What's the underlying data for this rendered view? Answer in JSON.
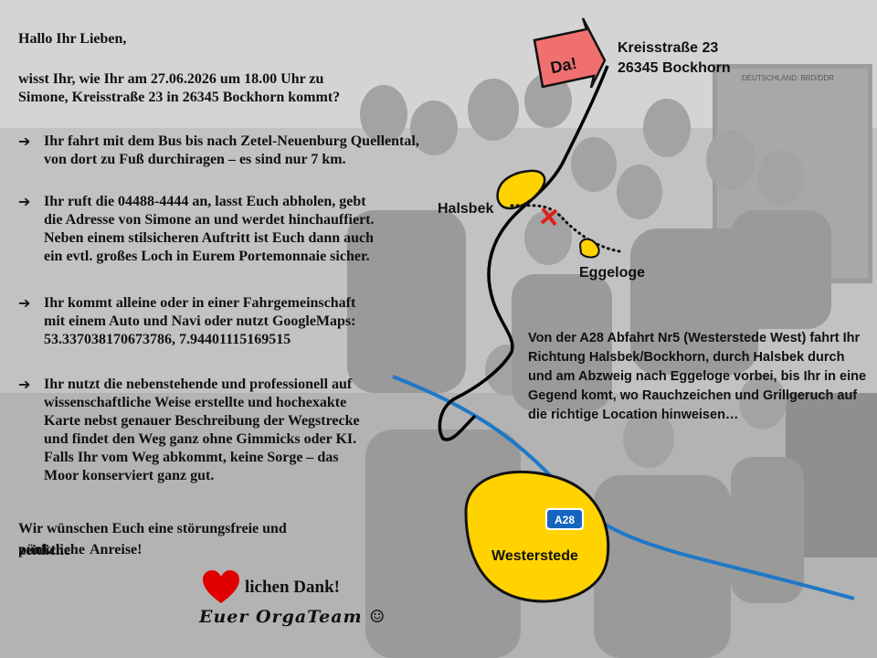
{
  "letter": {
    "greeting": "Hallo Ihr Lieben,",
    "intro_line1": "wisst Ihr, wie Ihr am 27.06.2026 um 18.00 Uhr zu",
    "intro_line2": "Simone, Kreisstraße 23 in 26345 Bockhorn kommt?",
    "bullets": [
      {
        "lines": [
          "Ihr fahrt mit dem Bus bis nach Zetel-Neuenburg Quellental,",
          "von dort zu Fuß durchiragen – es sind nur 7 km."
        ]
      },
      {
        "lines": [
          "Ihr ruft die 04488-4444 an, lasst Euch abholen, gebt",
          "die Adresse von Simone an und werdet hinchauffiert.",
          "Neben einem stilsicheren Auftritt ist Euch dann auch",
          "ein evtl. großes Loch in Eurem Portemonnaie sicher."
        ]
      },
      {
        "lines": [
          "Ihr kommt alleine oder in einer Fahrgemeinschaft",
          "mit einem Auto und Navi oder nutzt GoogleMaps:",
          "53.337038170673786,  7.94401115169515"
        ]
      },
      {
        "lines": [
          "Ihr nutzt die nebenstehende und professionell auf",
          "wissenschaftliche Weise erstellte und hochexakte",
          "Karte nebst genauer Beschreibung der Wegstrecke",
          "und findet den Weg ganz ohne Gimmicks oder KI.",
          "Falls Ihr vom Weg abkommt, keine Sorge – das",
          "Moor konserviert ganz gut."
        ]
      }
    ],
    "closing_line1": "Wir wünschen Euch eine störungsfreie und",
    "closing_overlap_a": "pünktliche",
    "closing_overlap_b": "zeitliche",
    "closing_end": "Anreise!",
    "thanks": "lichen Dank!",
    "signature": "Euer OrgaTeam ☺"
  },
  "map": {
    "callout": "Da!",
    "address_line1": "Kreisstraße 23",
    "address_line2": "26345 Bockhorn",
    "halsbek": "Halsbek",
    "eggeloge": "Eggeloge",
    "westerstede": "Westerstede",
    "motorway_badge": "A28",
    "description_lines": [
      "Von der A28 Abfahrt Nr5 (Westerstede West) fahrt Ihr",
      "Richtung Halsbek/Bockhorn, durch Halsbek durch",
      "und am Abzweig nach Eggeloge vorbei, bis Ihr in eine",
      "Gegend komt, wo Rauchzeichen und Grillgeruch auf",
      "die richtige Location hinweisen…"
    ],
    "poster_text": "DEUTSCHLAND: BRD/DDR",
    "colors": {
      "town": "#ffd200",
      "motorway": "#1f78c8",
      "badge": "#1565c0",
      "callout": "#f07070",
      "heart": "#e00000"
    }
  }
}
